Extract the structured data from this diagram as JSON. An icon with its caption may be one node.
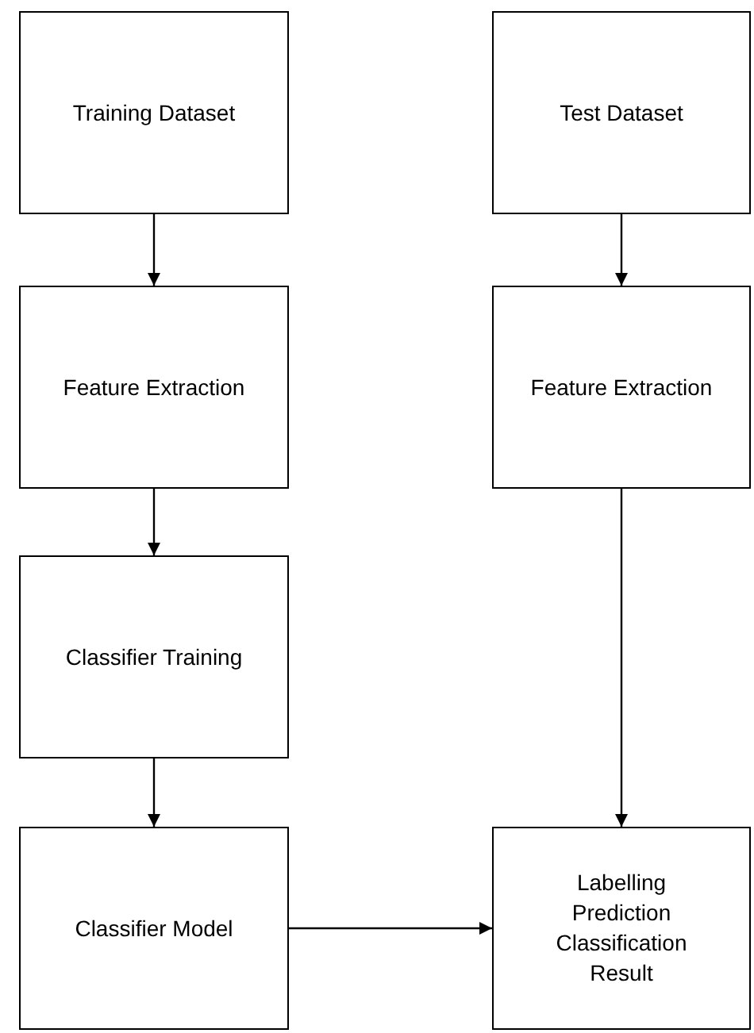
{
  "diagram": {
    "nodes": [
      {
        "text": [
          "Training Dataset"
        ]
      },
      {
        "text": [
          "Test Dataset"
        ]
      },
      {
        "text": [
          "Feature Extraction"
        ]
      },
      {
        "text": [
          "Feature Extraction"
        ]
      },
      {
        "text": [
          "Classifier Training"
        ]
      },
      {
        "text": [
          "Classifier Model"
        ]
      },
      {
        "text": [
          "Labelling Prediction Classification Result"
        ]
      }
    ],
    "edges": [
      {
        "from": 0,
        "to": 2,
        "arrow": "to"
      },
      {
        "from": 2,
        "to": 4,
        "arrow": "to"
      },
      {
        "from": 4,
        "to": 5,
        "arrow": "to"
      },
      {
        "from": 1,
        "to": 3,
        "arrow": "to"
      },
      {
        "from": 3,
        "to": 6,
        "arrow": "to"
      },
      {
        "from": 5,
        "to": 6,
        "arrow": "to"
      }
    ]
  }
}
